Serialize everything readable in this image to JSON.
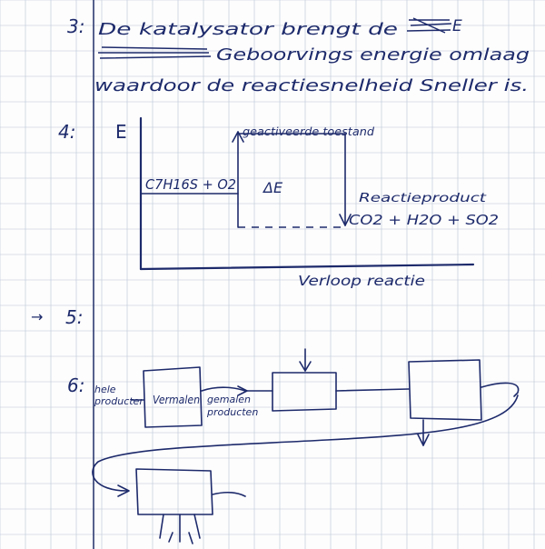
{
  "answer3": {
    "number": "3:",
    "line1": "De katalysator brengt de",
    "line2": "Geboorvings energie omlaag",
    "line3": "waardoor de reactiesnelheid Sneller is."
  },
  "answer4": {
    "number": "4:",
    "energy_axis_label": "E",
    "activated_state_label": "geactiveerde toestand",
    "reactant_label": "C7H16S + O2",
    "delta_label": "ΔE",
    "product_label": "Reactieproduct",
    "product_formula": "CO2 + H2O + SO2",
    "x_axis_label": "Verloop reactie"
  },
  "answer5": {
    "prefix": "→",
    "number": "5:"
  },
  "answer6": {
    "number": "6:",
    "input_label": "hele producten",
    "box1_label": "Vermalen",
    "arrow1_label": "gemalen producten"
  },
  "colors": {
    "ink": "#1d2a6b",
    "grid": "#b9c3d6",
    "paper": "#fdfdfd"
  }
}
